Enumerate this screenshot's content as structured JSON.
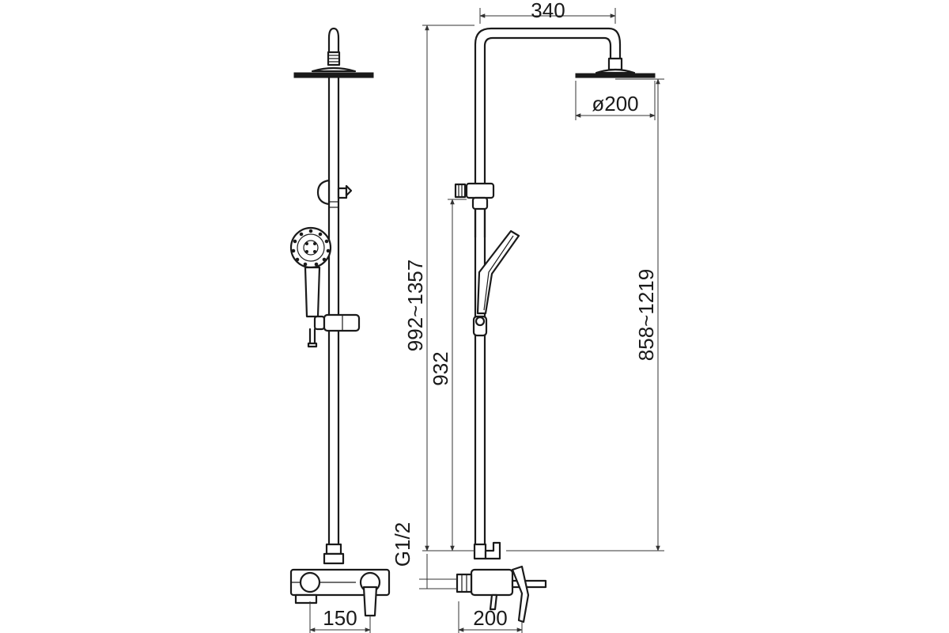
{
  "drawing": {
    "dimensions": {
      "top_width": "340",
      "head_diameter": "ø200",
      "total_height": "992~1357",
      "handshower_height": "932",
      "side_height": "858~1219",
      "inlet": "G1/2",
      "front_spacing": "150",
      "side_spacing": "200"
    },
    "colors": {
      "line": "#1a1a1a",
      "background": "#ffffff"
    }
  }
}
